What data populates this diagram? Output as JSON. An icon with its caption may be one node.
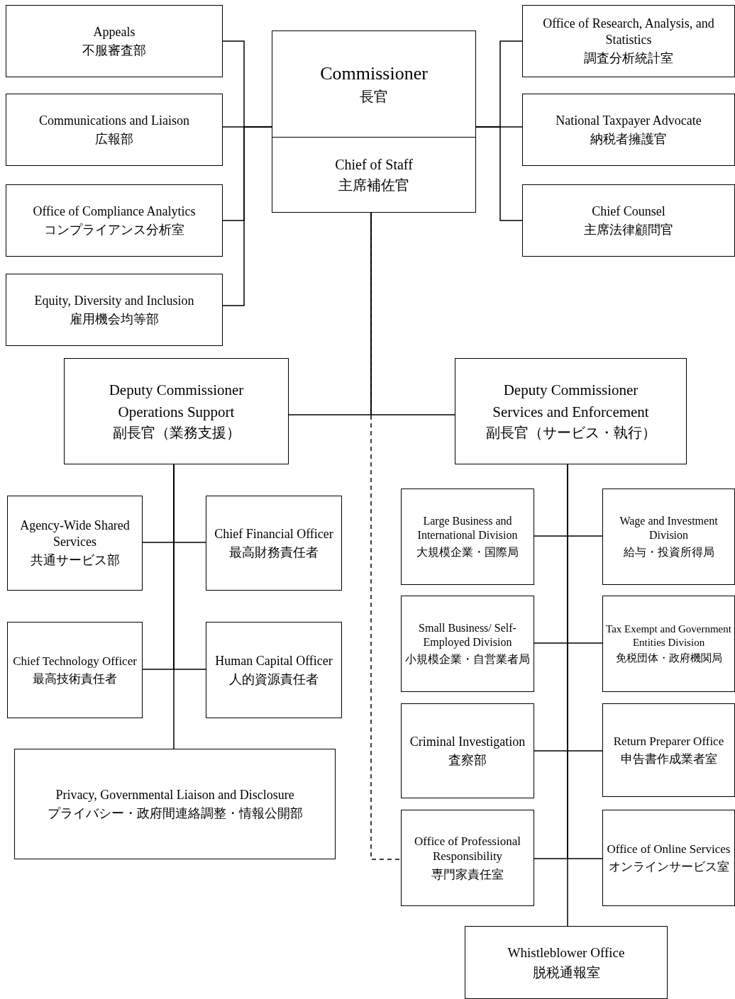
{
  "diagram": {
    "nodes": [
      {
        "text": [
          "Commissioner",
          "長官"
        ]
      },
      {
        "text": [
          "Chief of Staff",
          "主席補佐官"
        ]
      },
      {
        "text": [
          "Appeals",
          "不服審査部"
        ]
      },
      {
        "text": [
          "Communications and Liaison",
          "広報部"
        ]
      },
      {
        "text": [
          "Office of Compliance Analytics",
          "コンプライアンス分析室"
        ]
      },
      {
        "text": [
          "Equity, Diversity and Inclusion",
          "雇用機会均等部"
        ]
      },
      {
        "text": [
          "Office of Research, Analysis, and Statistics",
          "調査分析統計室"
        ]
      },
      {
        "text": [
          "National Taxpayer Advocate",
          "納税者擁護官"
        ]
      },
      {
        "text": [
          "Chief Counsel",
          "主席法律顧問官"
        ]
      },
      {
        "text": [
          "Deputy Commissioner",
          "Operations Support",
          "副長官（業務支援）"
        ]
      },
      {
        "text": [
          "Deputy Commissioner",
          "Services and Enforcement",
          "副長官（サービス・執行）"
        ]
      },
      {
        "text": [
          "Agency-Wide Shared Services",
          "共通サービス部"
        ]
      },
      {
        "text": [
          "Chief Financial Officer",
          "最高財務責任者"
        ]
      },
      {
        "text": [
          "Chief Technology Officer",
          "最高技術責任者"
        ]
      },
      {
        "text": [
          "Human Capital Officer",
          "人的資源責任者"
        ]
      },
      {
        "text": [
          "Privacy, Governmental Liaison and Disclosure",
          "プライバシー・政府間連絡調整・情報公開部"
        ]
      },
      {
        "text": [
          "Large Business and International Division",
          "大規模企業・国際局"
        ]
      },
      {
        "text": [
          "Wage and Investment Division",
          "給与・投資所得局"
        ]
      },
      {
        "text": [
          "Small Business/ Self-Employed Division",
          "小規模企業・自営業者局"
        ]
      },
      {
        "text": [
          "Tax Exempt and Government Entities Division",
          "免税団体・政府機関局"
        ]
      },
      {
        "text": [
          "Criminal Investigation",
          "査察部"
        ]
      },
      {
        "text": [
          "Return Preparer Office",
          "申告書作成業者室"
        ]
      },
      {
        "text": [
          "Office of Professional Responsibility",
          "専門家責任室"
        ]
      },
      {
        "text": [
          "Office of Online Services",
          "オンラインサービス室"
        ]
      },
      {
        "text": [
          "Whistleblower Office",
          "脱税通報室"
        ]
      }
    ],
    "edges": [
      {
        "from": 0,
        "to": 2,
        "arrow": "none"
      },
      {
        "from": 0,
        "to": 3,
        "arrow": "none"
      },
      {
        "from": 0,
        "to": 4,
        "arrow": "none"
      },
      {
        "from": 0,
        "to": 5,
        "arrow": "none"
      },
      {
        "from": 0,
        "to": 6,
        "arrow": "none"
      },
      {
        "from": 0,
        "to": 7,
        "arrow": "none"
      },
      {
        "from": 0,
        "to": 8,
        "arrow": "none"
      },
      {
        "from": 1,
        "to": 9,
        "arrow": "none"
      },
      {
        "from": 1,
        "to": 10,
        "arrow": "none"
      },
      {
        "from": 1,
        "to": 22,
        "arrow": "none",
        "style": "dashed"
      },
      {
        "from": 9,
        "to": 11,
        "arrow": "none"
      },
      {
        "from": 9,
        "to": 12,
        "arrow": "none"
      },
      {
        "from": 9,
        "to": 13,
        "arrow": "none"
      },
      {
        "from": 9,
        "to": 14,
        "arrow": "none"
      },
      {
        "from": 9,
        "to": 15,
        "arrow": "none"
      },
      {
        "from": 10,
        "to": 16,
        "arrow": "none"
      },
      {
        "from": 10,
        "to": 17,
        "arrow": "none"
      },
      {
        "from": 10,
        "to": 18,
        "arrow": "none"
      },
      {
        "from": 10,
        "to": 19,
        "arrow": "none"
      },
      {
        "from": 10,
        "to": 20,
        "arrow": "none"
      },
      {
        "from": 10,
        "to": 21,
        "arrow": "none"
      },
      {
        "from": 10,
        "to": 22,
        "arrow": "none"
      },
      {
        "from": 10,
        "to": 23,
        "arrow": "none"
      },
      {
        "from": 10,
        "to": 24,
        "arrow": "none"
      }
    ]
  }
}
